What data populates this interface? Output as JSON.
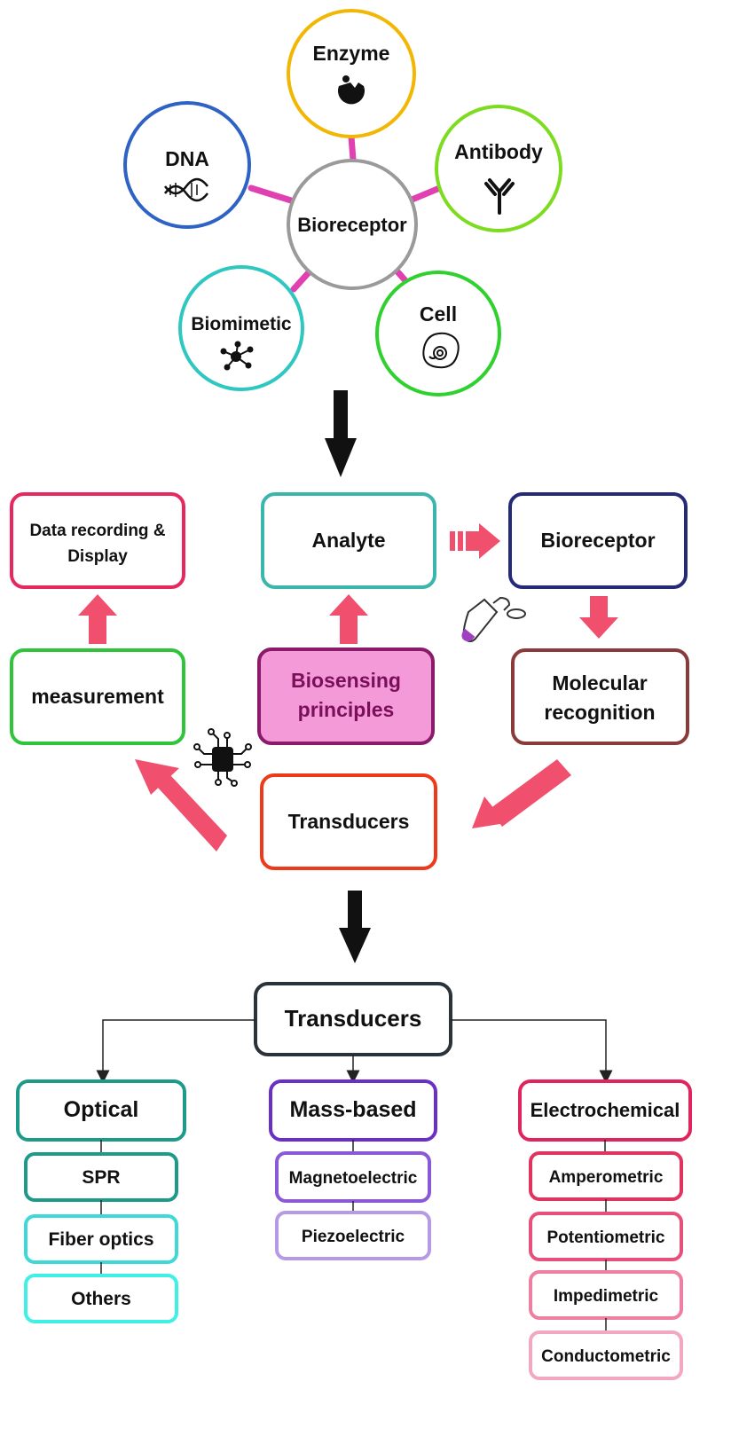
{
  "bioreceptor_wheel": {
    "center": "Bioreceptor",
    "items": [
      {
        "label": "Enzyme",
        "icon": "enzyme-icon",
        "color": "#f2b705"
      },
      {
        "label": "Antibody",
        "icon": "antibody-icon",
        "color": "#7ddc1f"
      },
      {
        "label": "Cell",
        "icon": "cell-icon",
        "color": "#2fd12f"
      },
      {
        "label": "Biomimetic",
        "icon": "molecule-network-icon",
        "color": "#2fc7c0"
      },
      {
        "label": "DNA",
        "icon": "dna-helix-icon",
        "color": "#2e62c4"
      }
    ],
    "connector_color": "#e040b0",
    "center_color": "#9a9a9a"
  },
  "principles": {
    "analyte": "Analyte",
    "bioreceptor": "Bioreceptor",
    "molecular_recognition": [
      "Molecular",
      "recognition"
    ],
    "transducers": "Transducers",
    "measurement": "measurement",
    "data_recording": [
      "Data recording &",
      "Display"
    ],
    "center": [
      "Biosensing",
      "principles"
    ],
    "arrow_color": "#f0506e",
    "center_fill": "#f59ad8"
  },
  "transducer_tree": {
    "root": "Transducers",
    "categories": [
      {
        "label": "Optical",
        "color": "#1e9a8a",
        "children": [
          "SPR",
          "Fiber optics",
          "Others"
        ],
        "child_colors": [
          "#1e9a8a",
          "#3fd8d8",
          "#3ff0e6"
        ]
      },
      {
        "label": "Mass-based",
        "color": "#6a2fc4",
        "children": [
          "Magnetoelectric",
          "Piezoelectric"
        ],
        "child_colors": [
          "#8a5ad6",
          "#b69ae6"
        ]
      },
      {
        "label": "Electrochemical",
        "color": "#e0245e",
        "children": [
          "Amperometric",
          "Potentiometric",
          "Impedimetric",
          "Conductometric"
        ],
        "child_colors": [
          "#e2335f",
          "#e6507a",
          "#ee7fa0",
          "#f4a8c0"
        ]
      }
    ]
  }
}
